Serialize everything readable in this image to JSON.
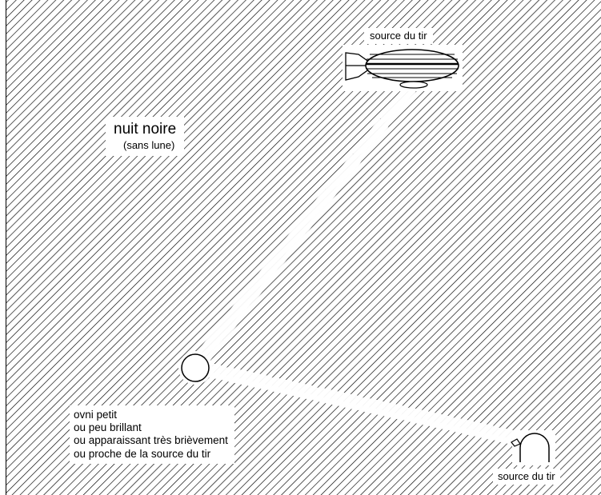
{
  "background": {
    "pattern": "diagonal-hatching",
    "stroke_color": "#000000",
    "background_color": "#ffffff"
  },
  "labels": {
    "top_source": "source du tir",
    "night_title": "nuit noire",
    "night_subtitle": "(sans lune)",
    "ufo_lines": [
      "ovni petit",
      "ou peu brillant",
      "ou apparaissant très brièvement",
      "ou proche de la source du tir"
    ],
    "bottom_source": "source du tir"
  },
  "icons": {
    "airship": "airship-icon",
    "ufo": "ufo-circle-icon",
    "ground_source": "ground-dome-icon"
  }
}
